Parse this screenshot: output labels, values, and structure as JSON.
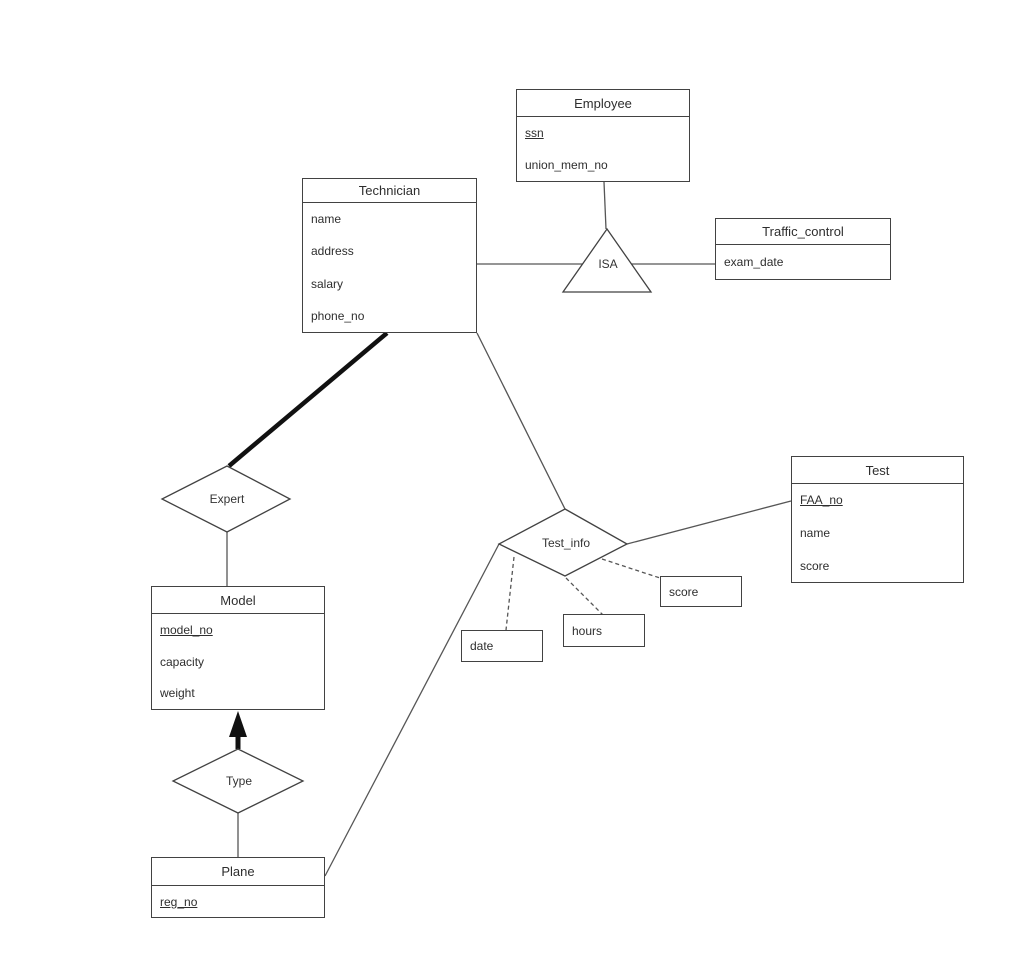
{
  "diagram_type": "entity-relationship-diagram",
  "entities": {
    "employee": {
      "title": "Employee",
      "attributes": [
        "ssn",
        "union_mem_no"
      ],
      "key_attributes": [
        "ssn"
      ]
    },
    "technician": {
      "title": "Technician",
      "attributes": [
        "name",
        "address",
        "salary",
        "phone_no"
      ],
      "key_attributes": []
    },
    "traffic_control": {
      "title": "Traffic_control",
      "attributes": [
        "exam_date"
      ],
      "key_attributes": []
    },
    "model": {
      "title": "Model",
      "attributes": [
        "model_no",
        "capacity",
        "weight"
      ],
      "key_attributes": [
        "model_no"
      ]
    },
    "plane": {
      "title": "Plane",
      "attributes": [
        "reg_no"
      ],
      "key_attributes": [
        "reg_no"
      ]
    },
    "test": {
      "title": "Test",
      "attributes": [
        "FAA_no",
        "name",
        "score"
      ],
      "key_attributes": [
        "FAA_no"
      ]
    }
  },
  "relationships": {
    "isa": {
      "label": "ISA",
      "shape": "triangle"
    },
    "expert": {
      "label": "Expert",
      "shape": "diamond"
    },
    "type": {
      "label": "Type",
      "shape": "diamond"
    },
    "test_info": {
      "label": "Test_info",
      "shape": "diamond"
    }
  },
  "relation_attributes": {
    "date": {
      "label": "date"
    },
    "hours": {
      "label": "hours"
    },
    "score": {
      "label": "score"
    }
  },
  "colors": {
    "background": "#ffffff",
    "border": "#424242",
    "connector": "#565656",
    "bold_connector": "#111111",
    "text": "#2e2e2e"
  }
}
